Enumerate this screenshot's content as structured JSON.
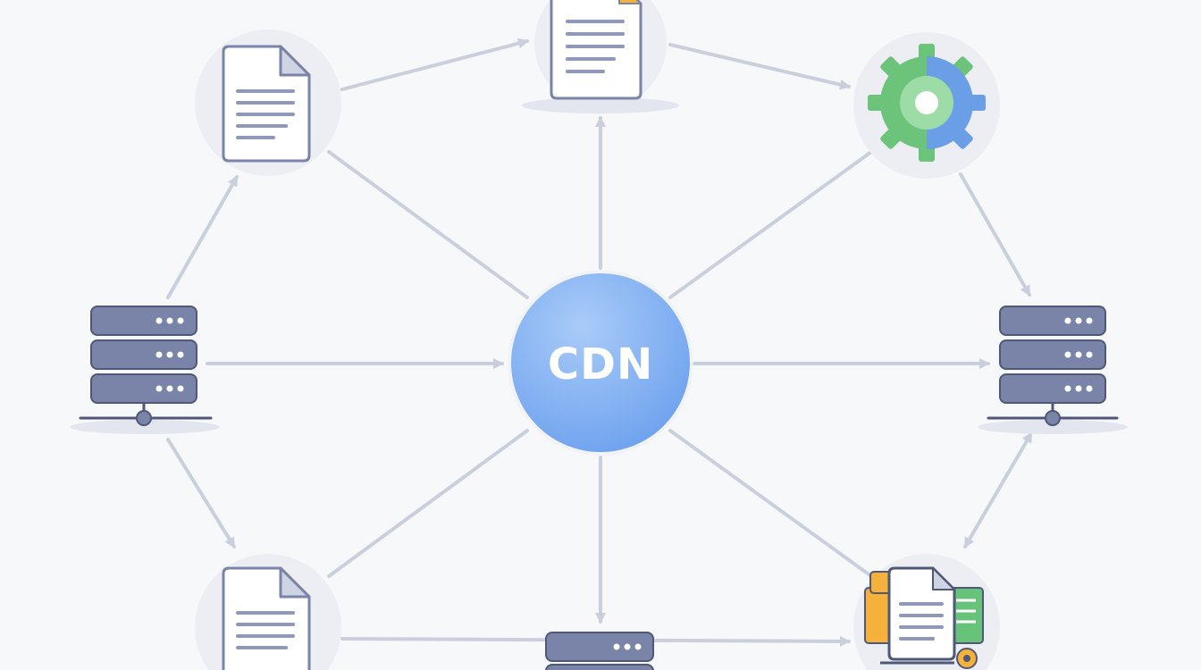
{
  "center": {
    "label": "CDN"
  },
  "nodes": [
    {
      "id": "doc-top-left",
      "kind": "document",
      "icon": "document-icon"
    },
    {
      "id": "doc-top-center",
      "kind": "document",
      "icon": "document-icon"
    },
    {
      "id": "gear-top-right",
      "kind": "settings",
      "icon": "gear-icon"
    },
    {
      "id": "server-left",
      "kind": "server",
      "icon": "server-icon"
    },
    {
      "id": "server-right",
      "kind": "server",
      "icon": "server-icon"
    },
    {
      "id": "doc-bottom-left",
      "kind": "document",
      "icon": "document-icon"
    },
    {
      "id": "server-bottom-center",
      "kind": "server",
      "icon": "server-icon"
    },
    {
      "id": "files-bottom-right",
      "kind": "files",
      "icon": "files-icon"
    }
  ],
  "colors": {
    "background": "#f7f8fa",
    "node_circle": "#eceef3",
    "connector": "#c9cfdc",
    "cdn_light": "#9fc3f7",
    "cdn_dark": "#6ea2ee",
    "server_body": "#7a84a8",
    "server_outline": "#4f5877",
    "gear_green": "#6cc47a",
    "gear_blue": "#6a9fe8",
    "accent_orange": "#f5b13a",
    "accent_green": "#67c27a"
  }
}
